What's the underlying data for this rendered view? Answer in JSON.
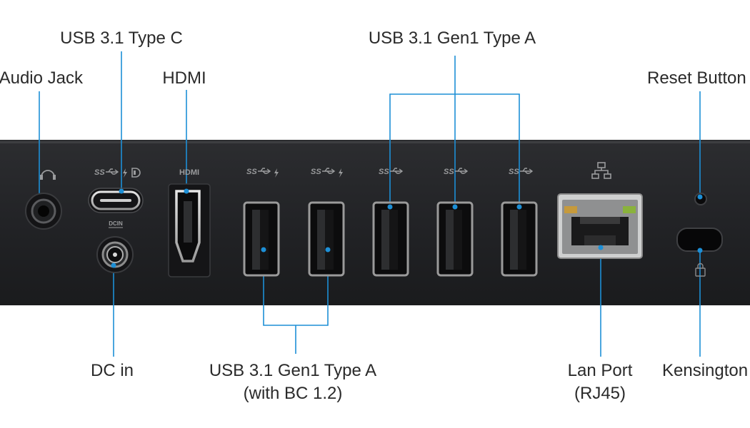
{
  "labels": {
    "usb_c": "USB 3.1 Type C",
    "usb_a_top": "USB 3.1 Gen1 Type A",
    "audio": "Audio Jack",
    "hdmi": "HDMI",
    "reset": "Reset Button",
    "dc_in": "DC in",
    "usb_a_bottom_line1": "USB 3.1 Gen1 Type A",
    "usb_a_bottom_line2": "(with BC 1.2)",
    "lan_line1": "Lan Port",
    "lan_line2": "(RJ45)",
    "kensington": "Kensington"
  },
  "panel_marks": {
    "hdmi": "HDMI",
    "dcin": "DCIN"
  },
  "icons": [
    "headphone-icon",
    "usb-superspeed-icon",
    "lightning-icon",
    "displayport-icon",
    "network-icon",
    "lock-icon"
  ],
  "colors": {
    "callout_line": "#1d8fd6",
    "panel": "#242527",
    "label_text": "#2a2a2a",
    "port_marking": "#9a9b9d"
  }
}
